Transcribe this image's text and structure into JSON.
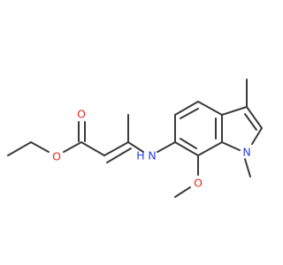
{
  "colors": {
    "bond": "#3a3a3a",
    "carbon": "#3a3a3a",
    "oxygen": "#e8241c",
    "nitrogen": "#2a3fd8"
  },
  "atoms": {
    "o_carbonyl": "O",
    "o_ester": "O",
    "o_methoxy": "O",
    "n_amine": "N",
    "n_amine_h": "H",
    "n_indole": "N"
  }
}
